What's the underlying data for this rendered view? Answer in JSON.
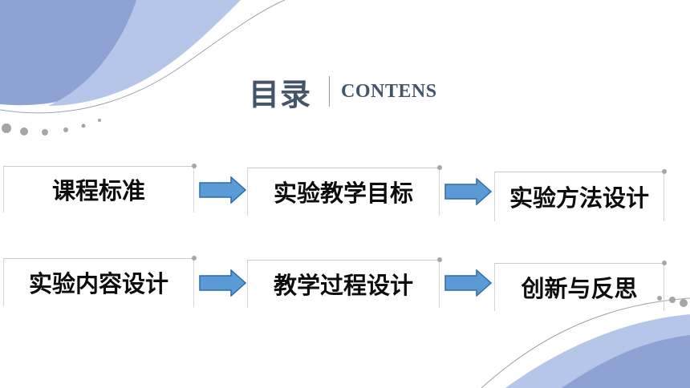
{
  "title": {
    "main": "目录",
    "sub": "CONTENS"
  },
  "items": [
    {
      "label": "课程标准"
    },
    {
      "label": "实验教学目标"
    },
    {
      "label": "实验方法设计"
    },
    {
      "label": "实验内容设计"
    },
    {
      "label": "教学过程设计"
    },
    {
      "label": "创新与反思"
    }
  ],
  "colors": {
    "title": "#44546a",
    "arrow_fill": "#5b9bd5",
    "arrow_stroke": "#2e6ba8",
    "wave_dark": "#8ea2d4",
    "wave_light": "#b6c6e8"
  },
  "icons": [
    "right-arrow-icon"
  ]
}
